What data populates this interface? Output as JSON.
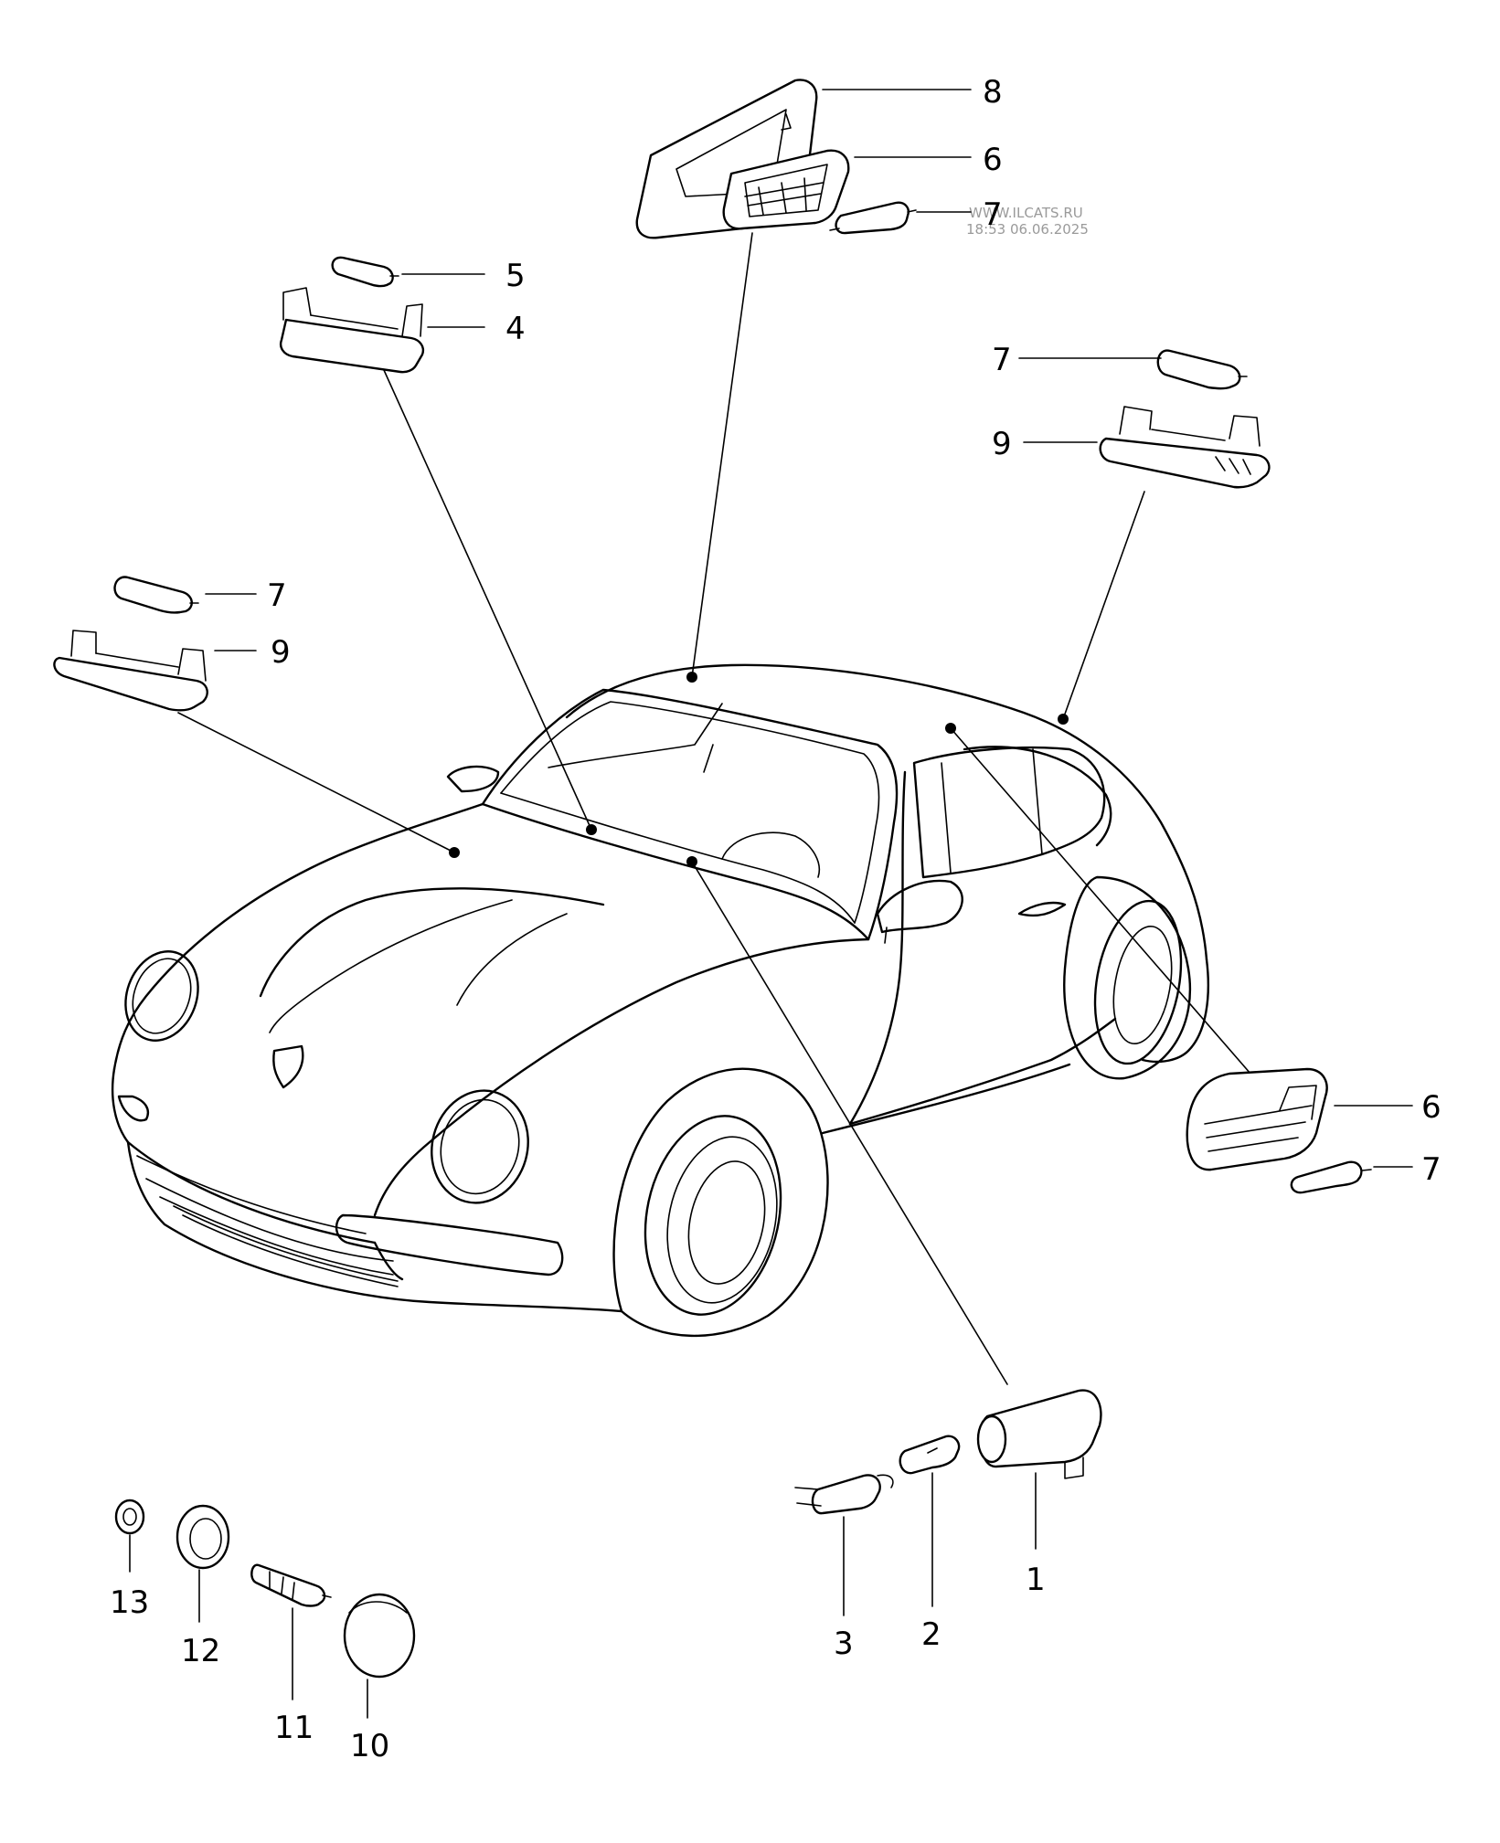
{
  "watermark": {
    "line1": "WWW.ILCATS.RU",
    "line2": "18:53 06.06.2025"
  },
  "callouts": {
    "c8": "8",
    "c6_top": "6",
    "c7_top": "7",
    "c5": "5",
    "c4": "4",
    "c7_right": "7",
    "c9_right": "9",
    "c7_left": "7",
    "c9_left": "9",
    "c6_lower": "6",
    "c7_lower": "7",
    "c1": "1",
    "c2": "2",
    "c3": "3",
    "c10": "10",
    "c11": "11",
    "c12": "12",
    "c13": "13"
  }
}
